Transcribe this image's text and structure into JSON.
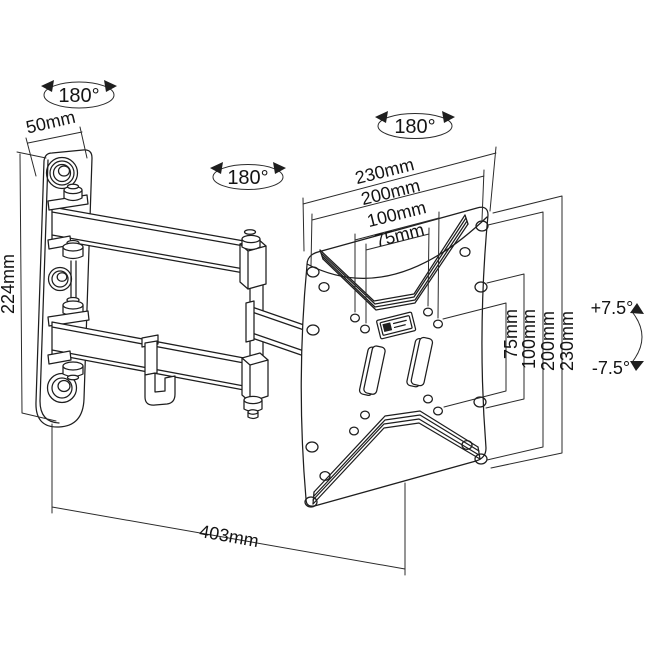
{
  "labels": {
    "swivel_wall": "180°",
    "swivel_mid": "180°",
    "swivel_plate": "180°",
    "wall_plate_width": "50mm",
    "wall_plate_height": "224mm",
    "extension_length": "403mm",
    "vesa_top": [
      "230mm",
      "200mm",
      "100mm",
      "75mm"
    ],
    "vesa_right": [
      "75mm",
      "100mm",
      "200mm",
      "230mm"
    ],
    "tilt_up": "+7.5°",
    "tilt_down": "-7.5°"
  },
  "colors": {
    "line": "#1e1e1e",
    "background": "#ffffff"
  }
}
